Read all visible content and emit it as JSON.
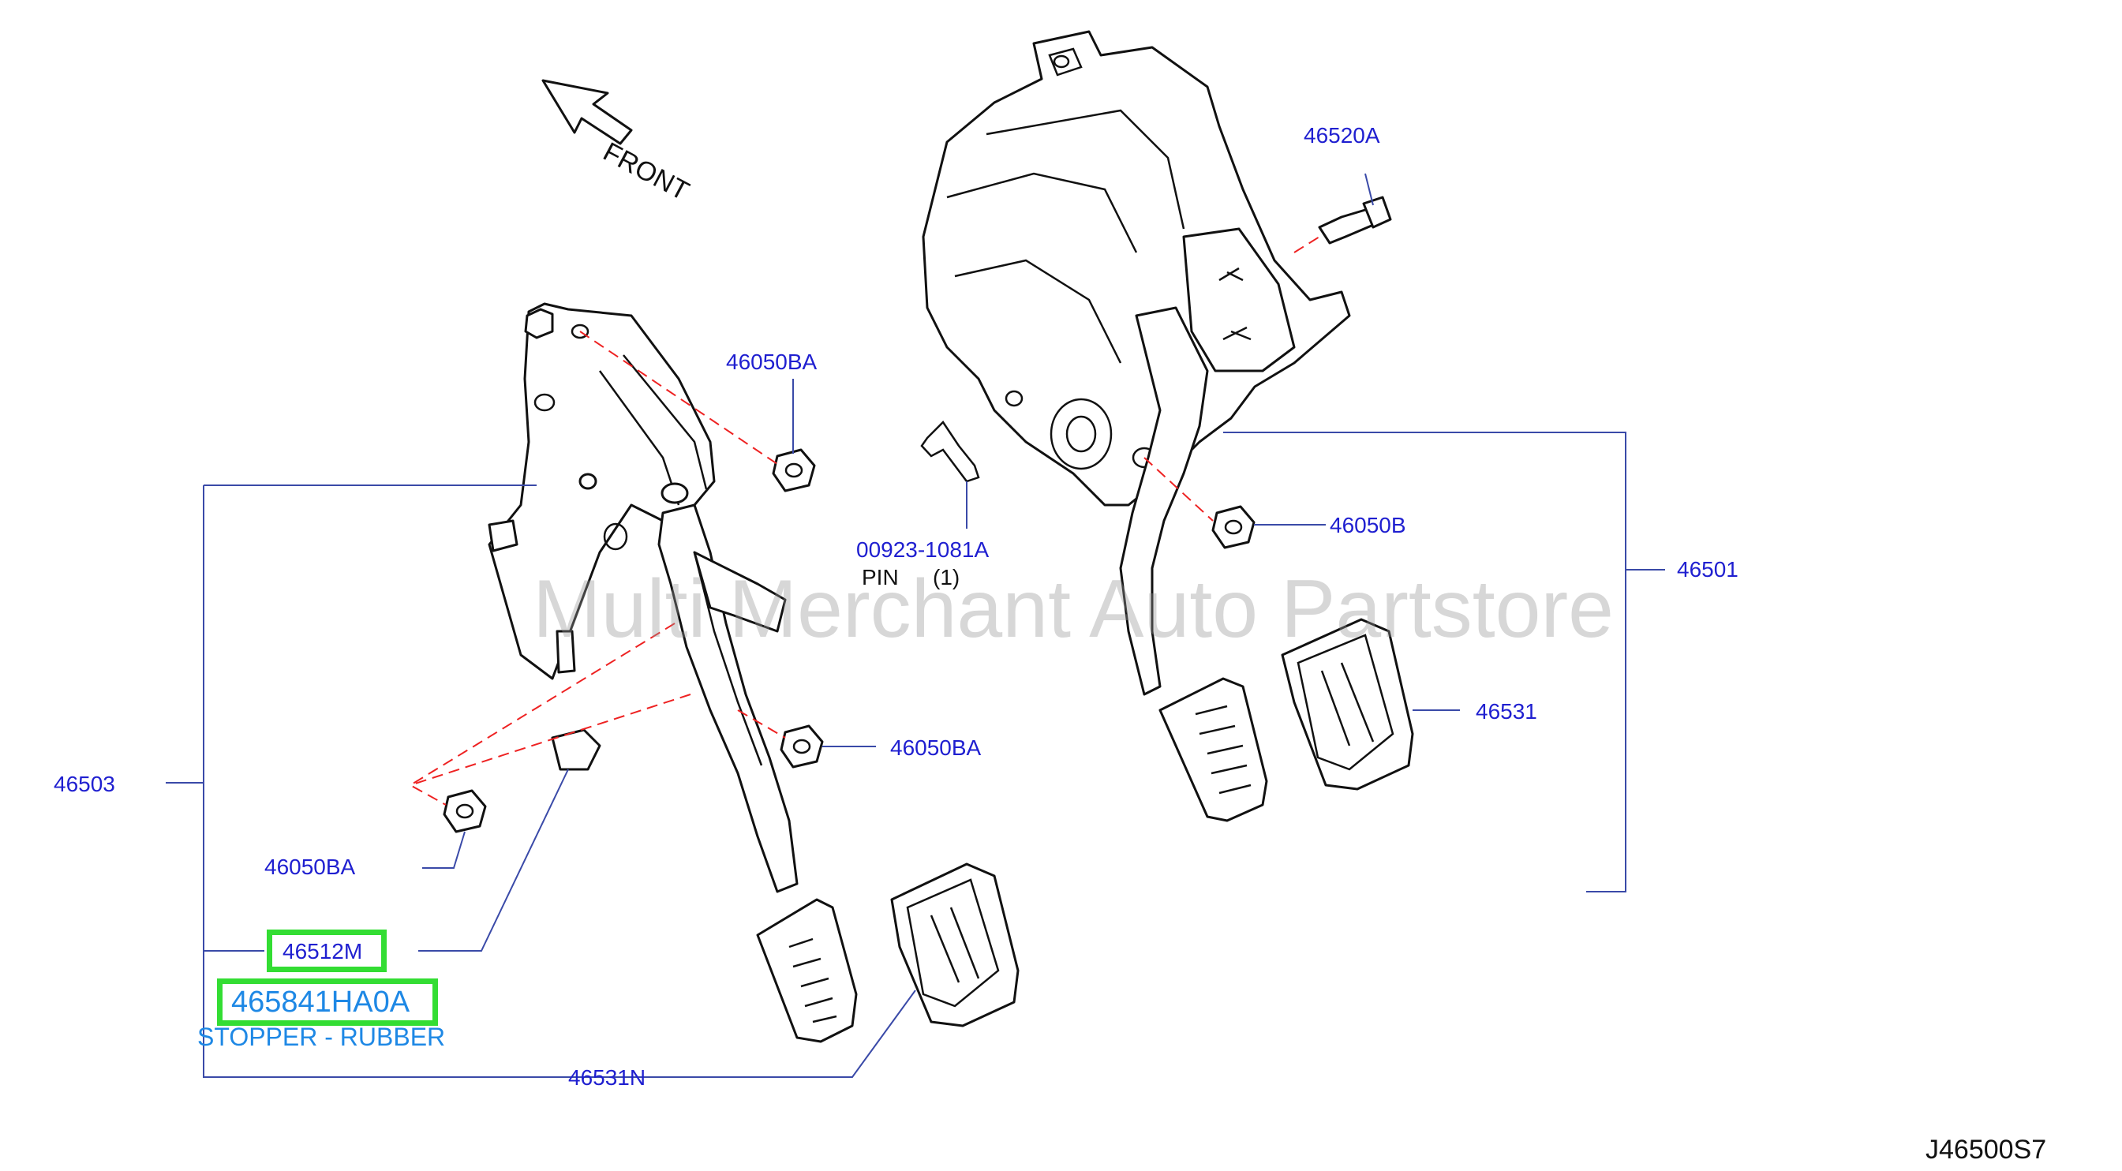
{
  "diagram": {
    "direction_label": "FRONT",
    "watermark": "Multi Merchant Auto Partstore",
    "reference_code": "J46500S7",
    "part_labels": {
      "p46520A": "46520A",
      "p46050BA_top": "46050BA",
      "p46050B": "46050B",
      "p46501": "46501",
      "p46531": "46531",
      "p00923": "00923-1081A",
      "pin": "PIN",
      "pin_qty": "(1)",
      "p46503": "46503",
      "p46050BA_mid": "46050BA",
      "p46050BA_low": "46050BA",
      "p46512M": "46512M",
      "p465841HA0A": "465841HA0A",
      "stopper": "STOPPER - RUBBER",
      "p46531N": "46531N"
    },
    "colors": {
      "label_blue": "#1f1fd0",
      "highlight_green": "#33dd33",
      "stopper_text": "#1e88e5",
      "dashed_line_red": "#ee2222",
      "leader_line": "#3a4aa8"
    }
  }
}
